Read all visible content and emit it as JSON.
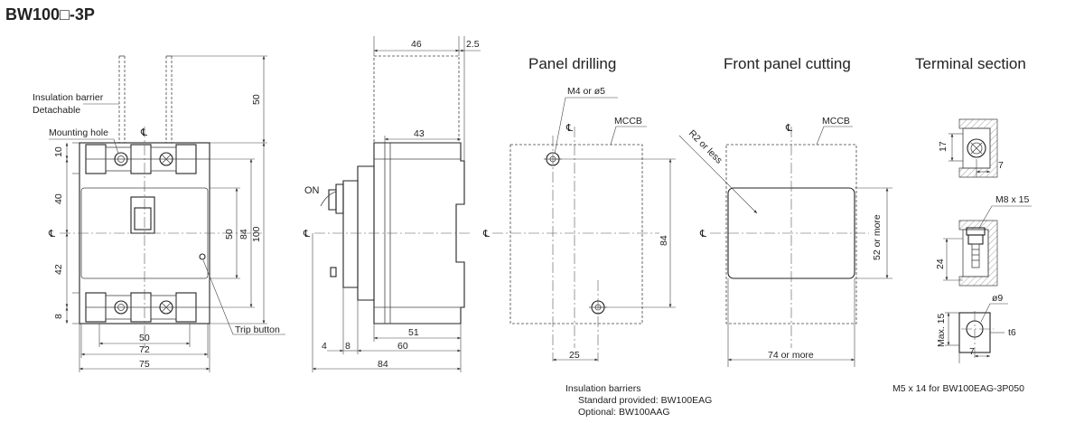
{
  "title": "BW100□-3P",
  "views": {
    "front": {
      "labels": {
        "insulation_barrier": "Insulation barrier",
        "detachable": "Detachable",
        "mounting_hole": "Mounting hole",
        "trip_button": "Trip button",
        "centerline": "℄"
      },
      "dims": {
        "d50_top": "50",
        "d10": "10",
        "d40": "40",
        "d42": "42",
        "d8": "8",
        "d50_inner": "50",
        "d84": "84",
        "d100": "100",
        "d50_bottom": "50",
        "d72": "72",
        "d75": "75"
      }
    },
    "side": {
      "labels": {
        "on": "ON",
        "centerline": "℄"
      },
      "dims": {
        "d46": "46",
        "d2_5": "2.5",
        "d43": "43",
        "d51": "51",
        "d60": "60",
        "d4": "4",
        "d8": "8",
        "d84": "84"
      }
    },
    "panel_drilling": {
      "title": "Panel drilling",
      "labels": {
        "hole": "M4 or ø5",
        "mccb": "MCCB",
        "centerline": "℄"
      },
      "dims": {
        "d84": "84",
        "d25": "25"
      }
    },
    "front_panel_cutting": {
      "title": "Front panel cutting",
      "labels": {
        "radius": "R2 or less",
        "mccb": "MCCB",
        "centerline": "℄"
      },
      "dims": {
        "d52": "52 or more",
        "d74": "74 or more"
      }
    },
    "terminal_section": {
      "title": "Terminal section",
      "dims": {
        "d17": "17",
        "d7a": "7",
        "screw": "M8 x 15",
        "d24": "24",
        "d9": "ø9",
        "max15": "Max. 15",
        "t6": "t6",
        "d7b": "7"
      }
    }
  },
  "notes": {
    "barriers_title": "Insulation barriers",
    "barriers_standard": "Standard provided: BW100EAG",
    "barriers_optional": "Optional: BW100AAG",
    "screw_note": "M5 x 14 for BW100EAG-3P050"
  }
}
